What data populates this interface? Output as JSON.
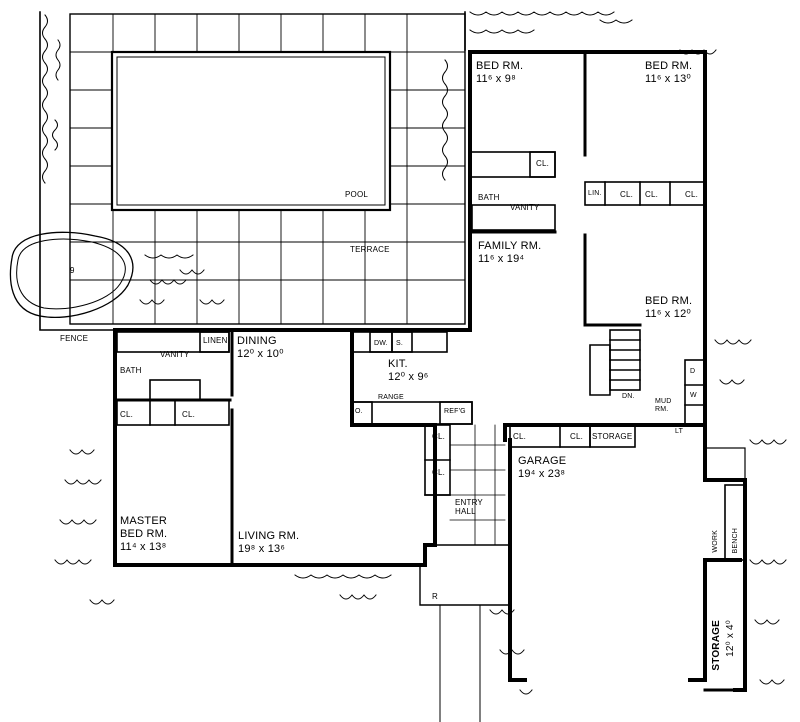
{
  "rooms": {
    "bed1": {
      "name": "BED RM.",
      "size": "11⁶ x 9⁸"
    },
    "bed2": {
      "name": "BED RM.",
      "size": "11⁶ x 13⁰"
    },
    "bed3": {
      "name": "BED RM.",
      "size": "11⁶ x 12⁰"
    },
    "family": {
      "name": "FAMILY RM.",
      "size": "11⁶ x 19⁴"
    },
    "dining": {
      "name": "DINING",
      "size": "12⁰ x 10⁰"
    },
    "kitchen": {
      "name": "KIT.",
      "size": "12⁰ x 9⁶"
    },
    "master": {
      "name": "MASTER",
      "name2": "BED RM.",
      "size": "11⁴ x 13⁸"
    },
    "living": {
      "name": "LIVING RM.",
      "size": "19⁸ x 13⁶"
    },
    "garage": {
      "name": "GARAGE",
      "size": "19⁴ x 23⁸"
    },
    "entry": {
      "name": "ENTRY",
      "name2": "HALL"
    },
    "mud": {
      "name": "MUD",
      "name2": "RM."
    },
    "storage2": {
      "name": "STORAGE",
      "size": "12⁰ x 4⁰"
    }
  },
  "labels": {
    "pool": "POOL",
    "terrace": "TERRACE",
    "fence": "FENCE",
    "bath": "BATH",
    "vanity": "VANITY",
    "cl": "CL.",
    "lin": "LIN.",
    "linen": "LINEN",
    "range": "RANGE",
    "refg": "REF'G",
    "dw": "DW.",
    "s": "S.",
    "storage": "STORAGE",
    "work": "WORK",
    "bench": "BENCH",
    "dn": "DN.",
    "r": "R",
    "o": "O.",
    "nine": "9",
    "d": "D",
    "w": "W",
    "lt": "LT"
  }
}
